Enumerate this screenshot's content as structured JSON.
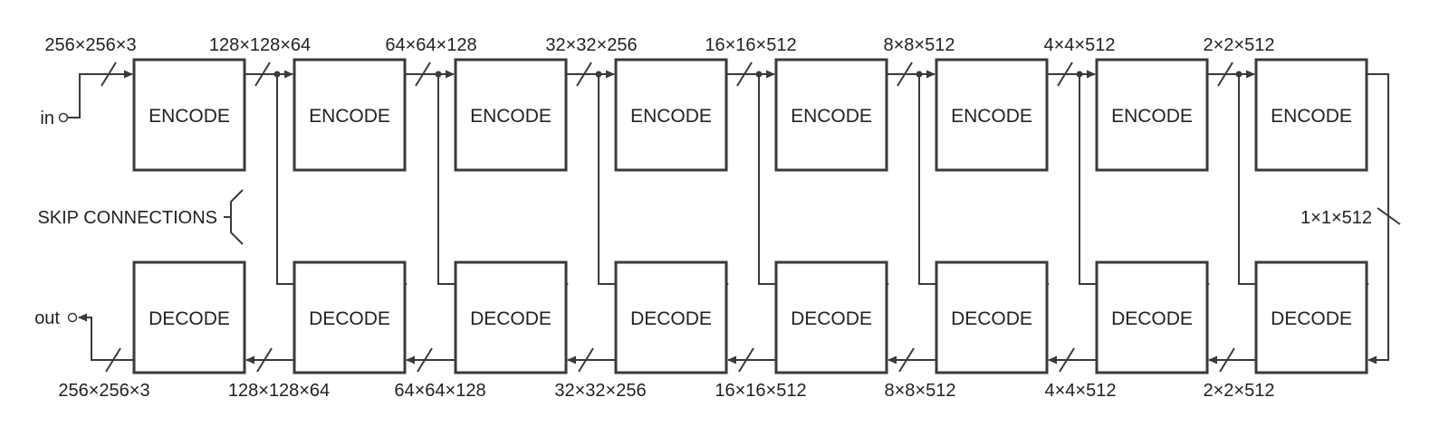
{
  "encoder": {
    "blocks": [
      "ENCODE",
      "ENCODE",
      "ENCODE",
      "ENCODE",
      "ENCODE",
      "ENCODE",
      "ENCODE",
      "ENCODE"
    ],
    "dims": [
      "256×256×3",
      "128×128×64",
      "64×64×128",
      "32×32×256",
      "16×16×512",
      "8×8×512",
      "4×4×512",
      "2×2×512"
    ]
  },
  "decoder": {
    "blocks": [
      "DECODE",
      "DECODE",
      "DECODE",
      "DECODE",
      "DECODE",
      "DECODE",
      "DECODE",
      "DECODE"
    ],
    "dims": [
      "256×256×3",
      "128×128×64",
      "64×64×128",
      "32×32×256",
      "16×16×512",
      "8×8×512",
      "4×4×512",
      "2×2×512"
    ]
  },
  "bottleneck_dim": "1×1×512",
  "input_label": "in",
  "output_label": "out",
  "skip_label": "SKIP CONNECTIONS"
}
